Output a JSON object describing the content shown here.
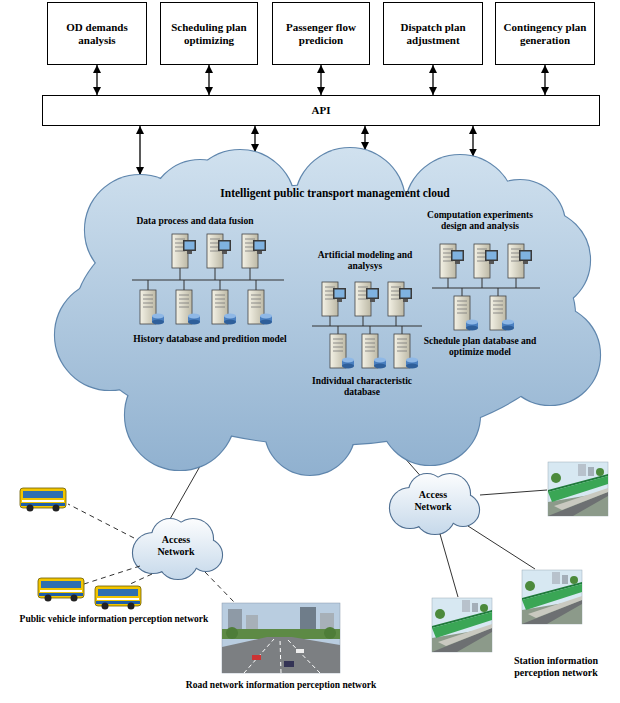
{
  "diagram": {
    "nodes": [
      {
        "text": [
          "OD demands analysis"
        ]
      },
      {
        "text": [
          "Scheduling plan optimizing"
        ]
      },
      {
        "text": [
          "Passenger flow predicion"
        ]
      },
      {
        "text": [
          "Dispatch plan adjustment"
        ]
      },
      {
        "text": [
          "Contingency plan generation"
        ]
      },
      {
        "text": [
          "API"
        ]
      },
      {
        "text": [
          "Intelligent public transport management cloud"
        ]
      },
      {
        "text": [
          "Access Network"
        ]
      },
      {
        "text": [
          "Access Network"
        ]
      }
    ],
    "edges": [
      {
        "from": 0,
        "to": 5,
        "arrow": "both"
      },
      {
        "from": 1,
        "to": 5,
        "arrow": "both"
      },
      {
        "from": 2,
        "to": 5,
        "arrow": "both"
      },
      {
        "from": 3,
        "to": 5,
        "arrow": "both"
      },
      {
        "from": 4,
        "to": 5,
        "arrow": "both"
      },
      {
        "from": 5,
        "to": 6,
        "arrow": "both"
      },
      {
        "from": 5,
        "to": 6,
        "arrow": "both"
      },
      {
        "from": 5,
        "to": 6,
        "arrow": "both"
      },
      {
        "from": 5,
        "to": 6,
        "arrow": "both"
      },
      {
        "from": 6,
        "to": 7,
        "arrow": "none"
      },
      {
        "from": 6,
        "to": 8,
        "arrow": "none"
      }
    ],
    "labels": [
      "Data process and data fusion",
      "History database and predition model",
      "Artificial modeling and analysys",
      "Individual characteristic database",
      "Computation experiments design and analysis",
      "Schedule plan database and optimize model",
      "Public vehicle information perception network",
      "Road network information perception network",
      "Station information perception network"
    ]
  }
}
